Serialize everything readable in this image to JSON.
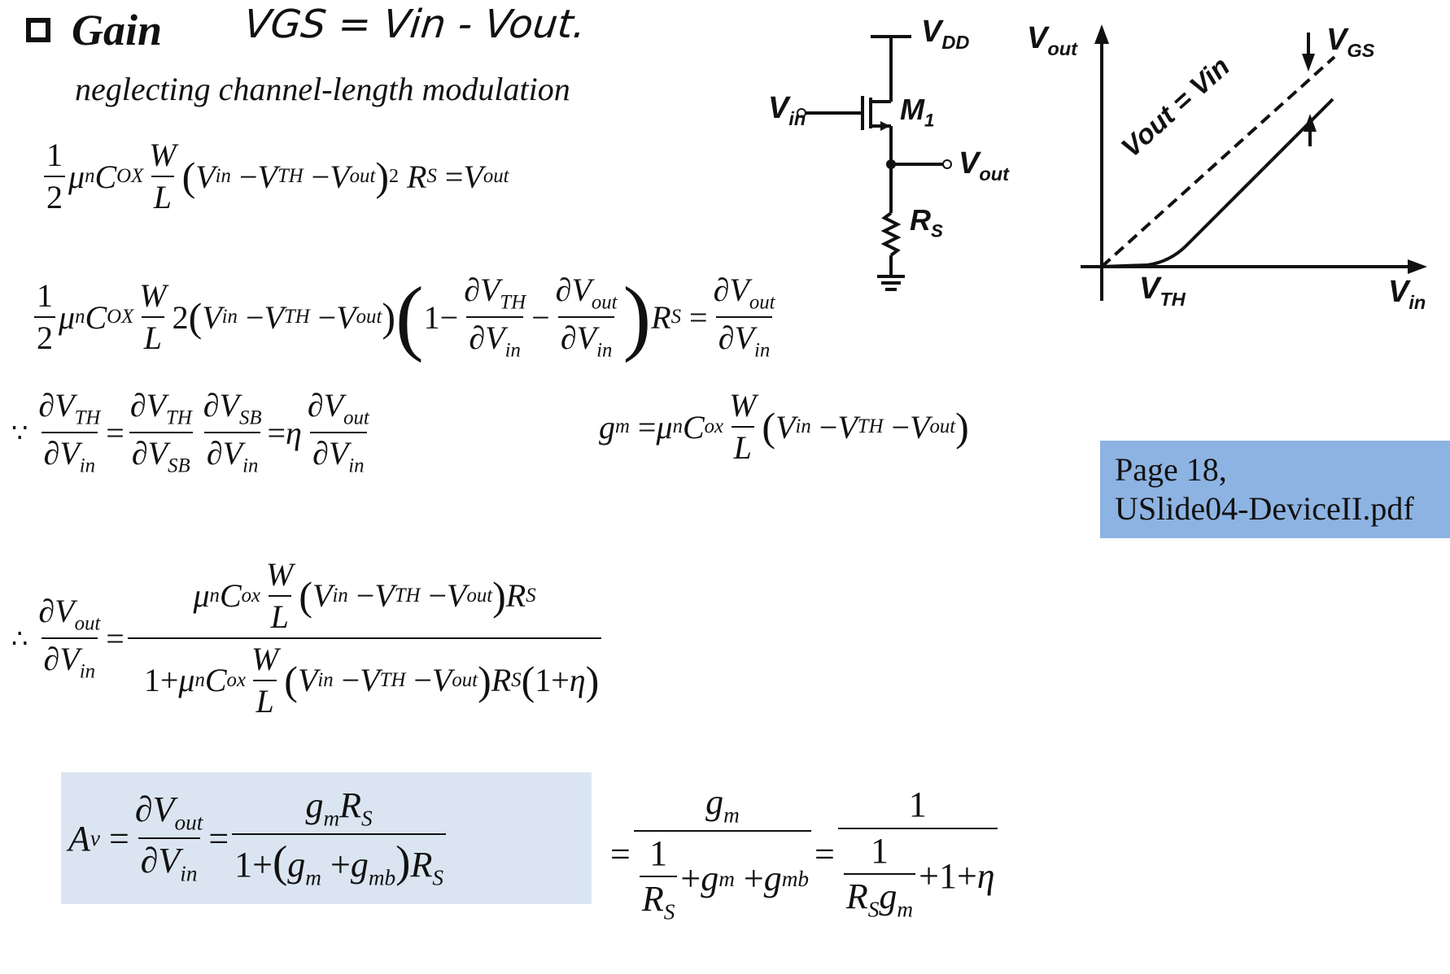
{
  "heading": {
    "title": "Gain",
    "handwritten_note": "VGS = Vin - Vout.",
    "subtitle": "neglecting channel-length modulation"
  },
  "circuit": {
    "supply_label": "DD",
    "transistor_label": "M",
    "transistor_index": "1",
    "input_label": "in",
    "output_label": "out",
    "resistor_label": "R",
    "resistor_sub": "S",
    "vsym": "V"
  },
  "graph": {
    "y_axis": "out",
    "x_axis": "in",
    "threshold_label": "TH",
    "vgs_label": "GS",
    "diagonal_label": "Vout = Vin",
    "vsym": "V"
  },
  "reference_box": {
    "line1": "Page 18,",
    "line2": "USlide04-DeviceII.pdf",
    "bg_color": "#8db3e2"
  },
  "highlight_color": "#dbe5f1",
  "symbols": {
    "therefore": "∴",
    "because": "∵",
    "one": "1",
    "two": "2",
    "W": "W",
    "L": "L",
    "mu": "μ",
    "eta": "η",
    "partial": "∂",
    "V": "V",
    "C": "C",
    "R": "R",
    "A": "A",
    "g": "g",
    "n": "n",
    "OX": "OX",
    "ox": "ox",
    "in": "in",
    "TH": "TH",
    "out": "out",
    "SB": "SB",
    "S": "S",
    "m": "m",
    "mb": "mb",
    "v": "v"
  }
}
